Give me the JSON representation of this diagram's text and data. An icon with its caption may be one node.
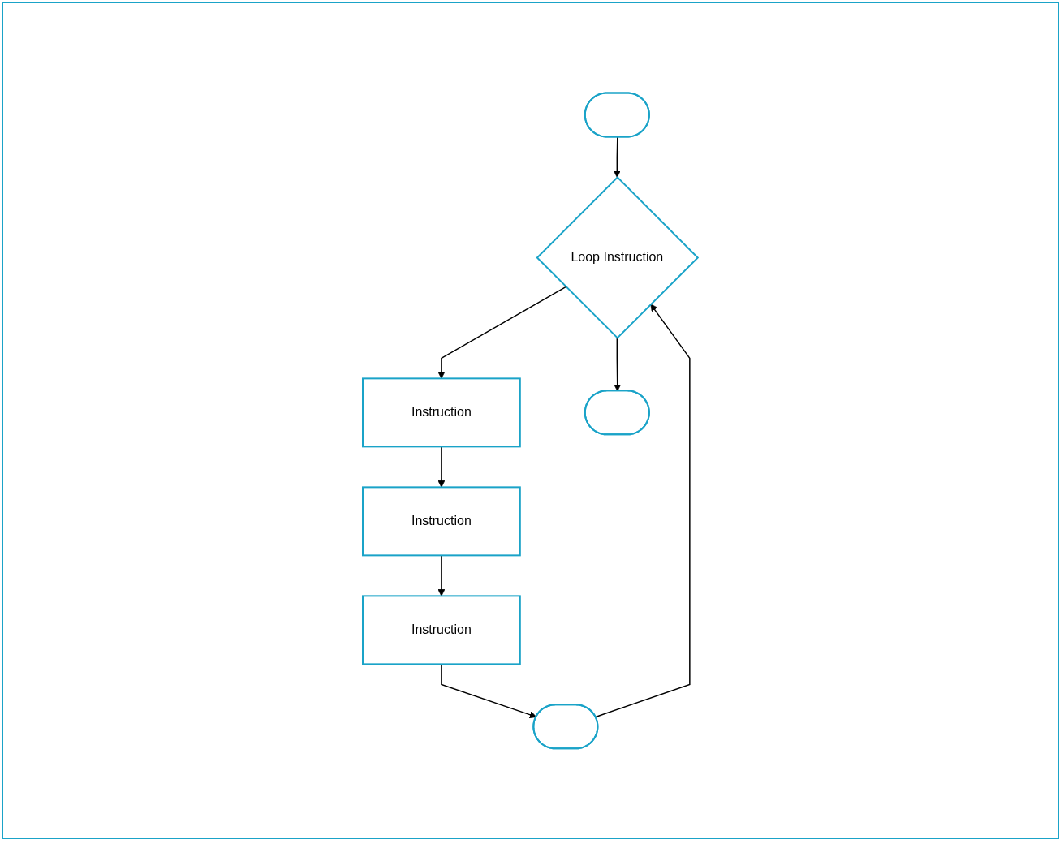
{
  "diagram": {
    "nodes": [
      {
        "text": [],
        "shape": "circle"
      },
      {
        "text": [
          "Loop Instruction"
        ]
      },
      {
        "text": [
          "Instruction"
        ]
      },
      {
        "text": [
          "Instruction"
        ]
      },
      {
        "text": [
          "Instruction"
        ]
      },
      {
        "text": [],
        "shape": "circle"
      },
      {
        "text": [],
        "shape": "circle"
      }
    ],
    "edges": [
      {
        "from": 0,
        "to": 1,
        "arrow": "to"
      },
      {
        "from": 1,
        "to": 2,
        "arrow": "to"
      },
      {
        "from": 2,
        "to": 3,
        "arrow": "to"
      },
      {
        "from": 3,
        "to": 4,
        "arrow": "to"
      },
      {
        "from": 4,
        "to": 5,
        "arrow": "to"
      },
      {
        "from": 5,
        "to": 1,
        "arrow": "to"
      },
      {
        "from": 1,
        "to": 6,
        "arrow": "to"
      }
    ]
  }
}
